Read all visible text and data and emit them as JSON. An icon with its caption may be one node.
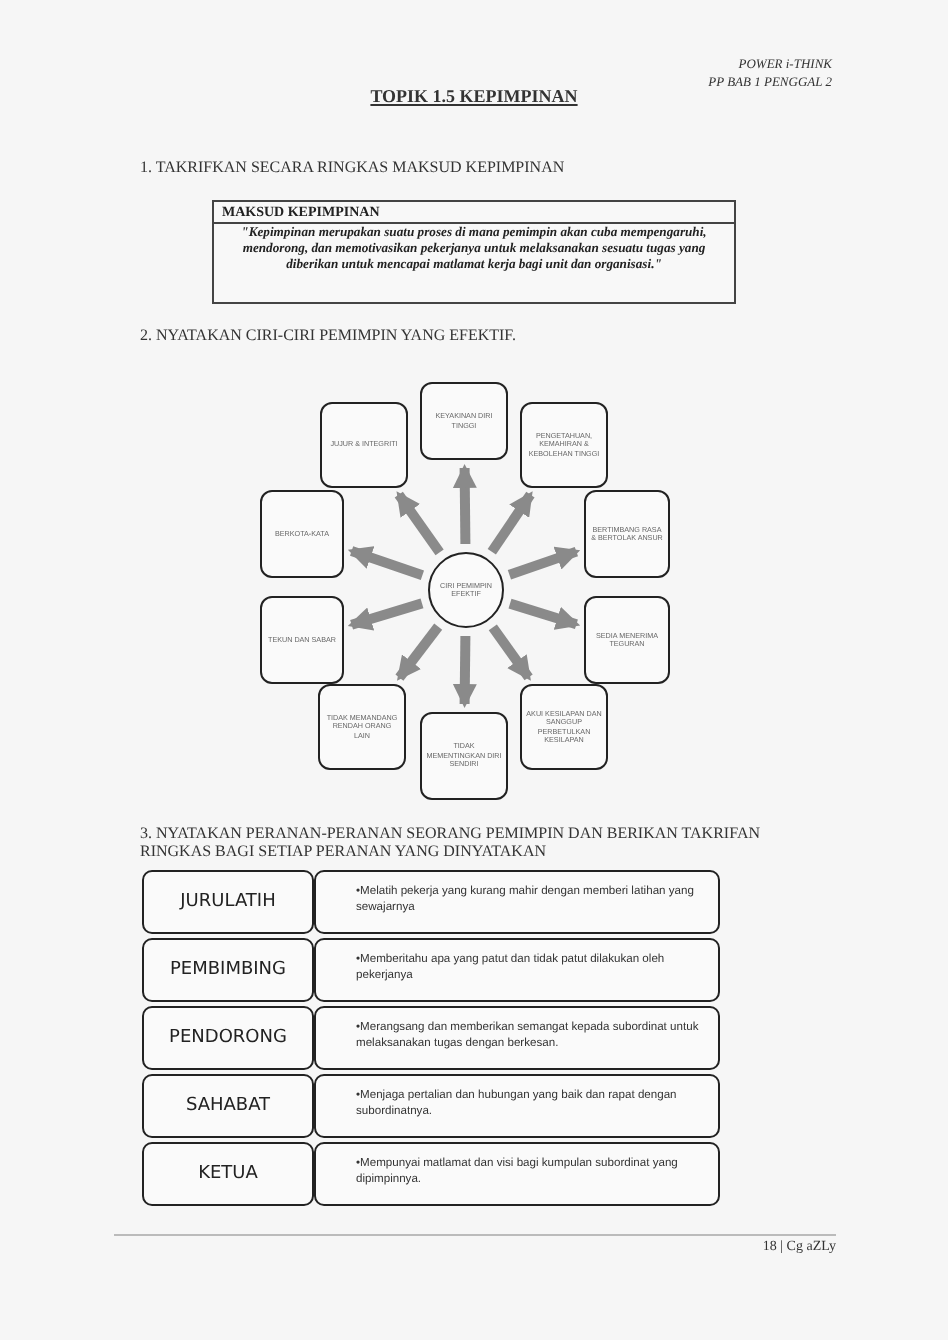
{
  "diagram": {
    "title": "TOPIK 1.5 KEPIMPINAN",
    "nodes": [
      {
        "text": [
          "MAKSUD KEPIMPINAN",
          "\"Kepimpinan merupakan suatu proses di mana pemimpin akan cuba mempengaruhi, mendorong, dan memotivasikan pekerjanya untuk melaksanakan sesuatu tugas yang diberikan untuk mencapai matlamat kerja bagi unit dan organisasi.\""
        ]
      },
      {
        "text": [
          "CIRI PEMIMPIN EFEKTIF"
        ]
      },
      {
        "text": [
          "JUJUR & INTEGRITI"
        ]
      },
      {
        "text": [
          "KEYAKINAN DIRI TINGGI"
        ]
      },
      {
        "text": [
          "PENGETAHUAN, KEMAHIRAN & KEBOLEHAN TINGGI"
        ]
      },
      {
        "text": [
          "BERKOTA-KATA"
        ]
      },
      {
        "text": [
          "BERTIMBANG RASA & BERTOLAK ANSUR"
        ]
      },
      {
        "text": [
          "TEKUN DAN SABAR"
        ]
      },
      {
        "text": [
          "SEDIA MENERIMA TEGURAN"
        ]
      },
      {
        "text": [
          "TIDAK MEMANDANG RENDAH ORANG LAIN"
        ]
      },
      {
        "text": [
          "AKUI KESILAPAN DAN SANGGUP PERBETULKAN KESILAPAN"
        ]
      },
      {
        "text": [
          "TIDAK MEMENTINGKAN DIRI SENDIRI"
        ]
      },
      {
        "text": [
          "JURULATIH"
        ]
      },
      {
        "text": [
          "•Melatih pekerja yang kurang mahir dengan memberi latihan yang sewajarnya"
        ]
      },
      {
        "text": [
          "PEMBIMBING"
        ]
      },
      {
        "text": [
          "•Memberitahu apa yang patut dan tidak patut dilakukan oleh pekerjanya"
        ]
      },
      {
        "text": [
          "PENDORONG"
        ]
      },
      {
        "text": [
          "•Merangsang dan memberikan semangat kepada subordinat untuk melaksanakan tugas dengan berkesan."
        ]
      },
      {
        "text": [
          "SAHABAT"
        ]
      },
      {
        "text": [
          "•Menjaga pertalian dan hubungan yang baik dan rapat dengan subordinatnya."
        ]
      },
      {
        "text": [
          "KETUA"
        ]
      },
      {
        "text": [
          "•Mempunyai matlamat dan visi bagi kumpulan subordinat yang dipimpinnya."
        ]
      }
    ],
    "edges": [
      {
        "from": 1,
        "to": 2,
        "arrow": "to"
      },
      {
        "from": 1,
        "to": 3,
        "arrow": "to"
      },
      {
        "from": 1,
        "to": 4,
        "arrow": "to"
      },
      {
        "from": 1,
        "to": 5,
        "arrow": "to"
      },
      {
        "from": 1,
        "to": 6,
        "arrow": "to"
      },
      {
        "from": 1,
        "to": 7,
        "arrow": "to"
      },
      {
        "from": 1,
        "to": 8,
        "arrow": "to"
      },
      {
        "from": 1,
        "to": 9,
        "arrow": "to"
      },
      {
        "from": 1,
        "to": 10,
        "arrow": "to"
      },
      {
        "from": 1,
        "to": 11,
        "arrow": "to"
      }
    ],
    "labels": [
      "POWER i-THINK",
      "PP BAB 1 PENGGAL 2",
      "1. TAKRIFKAN SECARA RINGKAS MAKSUD KEPIMPINAN",
      "2. NYATAKAN CIRI-CIRI PEMIMPIN YANG EFEKTIF.",
      "3. NYATAKAN PERANAN-PERANAN SEORANG PEMIMPIN DAN BERIKAN TAKRIFAN RINGKAS BAGI SETIAP PERANAN YANG DINYATAKAN",
      "18 | Cg aZLy"
    ]
  }
}
